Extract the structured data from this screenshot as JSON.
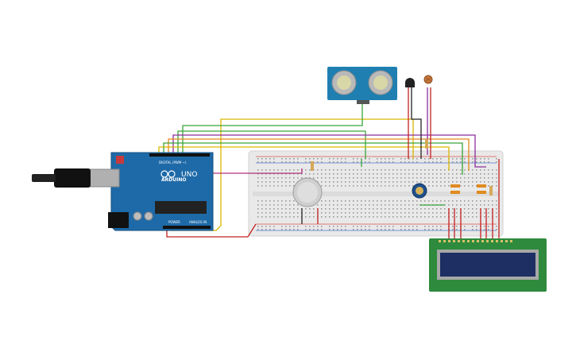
{
  "circuit": {
    "arduino": {
      "brand_label": "ARDUINO",
      "model_label": "UNO",
      "digital_header_label": "DIGITAL (PWM ~)",
      "power_label": "POWER",
      "analog_label": "ANALOG IN",
      "board_color": "#1e6aa8",
      "board_edge_color": "#15507e"
    },
    "ultrasonic_sensor": {
      "icon": "ultrasonic-sensor-icon",
      "board_color": "#1f7fb0"
    },
    "temperature_sensor": {
      "icon": "temperature-sensor-icon",
      "color": "#222222"
    },
    "photoresistor": {
      "icon": "photoresistor-icon",
      "color": "#c8763c"
    },
    "gas_sensor": {
      "icon": "gas-sensor-icon",
      "color": "#cfcfcf"
    },
    "potentiometer": {
      "icon": "potentiometer-icon",
      "color": "#1e4f8c"
    },
    "lcd": {
      "icon": "lcd-display-icon",
      "board_color": "#2e8a3c",
      "screen_color": "#1d2f63"
    },
    "breadboard": {
      "color": "#e9e9e9",
      "rail_red": "#d9534f",
      "rail_blue": "#4a78c8"
    },
    "wire_colors": {
      "yellow": "#d9b600",
      "green": "#3aa53a",
      "purple": "#8a2e9e",
      "red": "#c42020",
      "black": "#222222",
      "orange": "#e08a1e",
      "magenta": "#b0307e"
    }
  }
}
